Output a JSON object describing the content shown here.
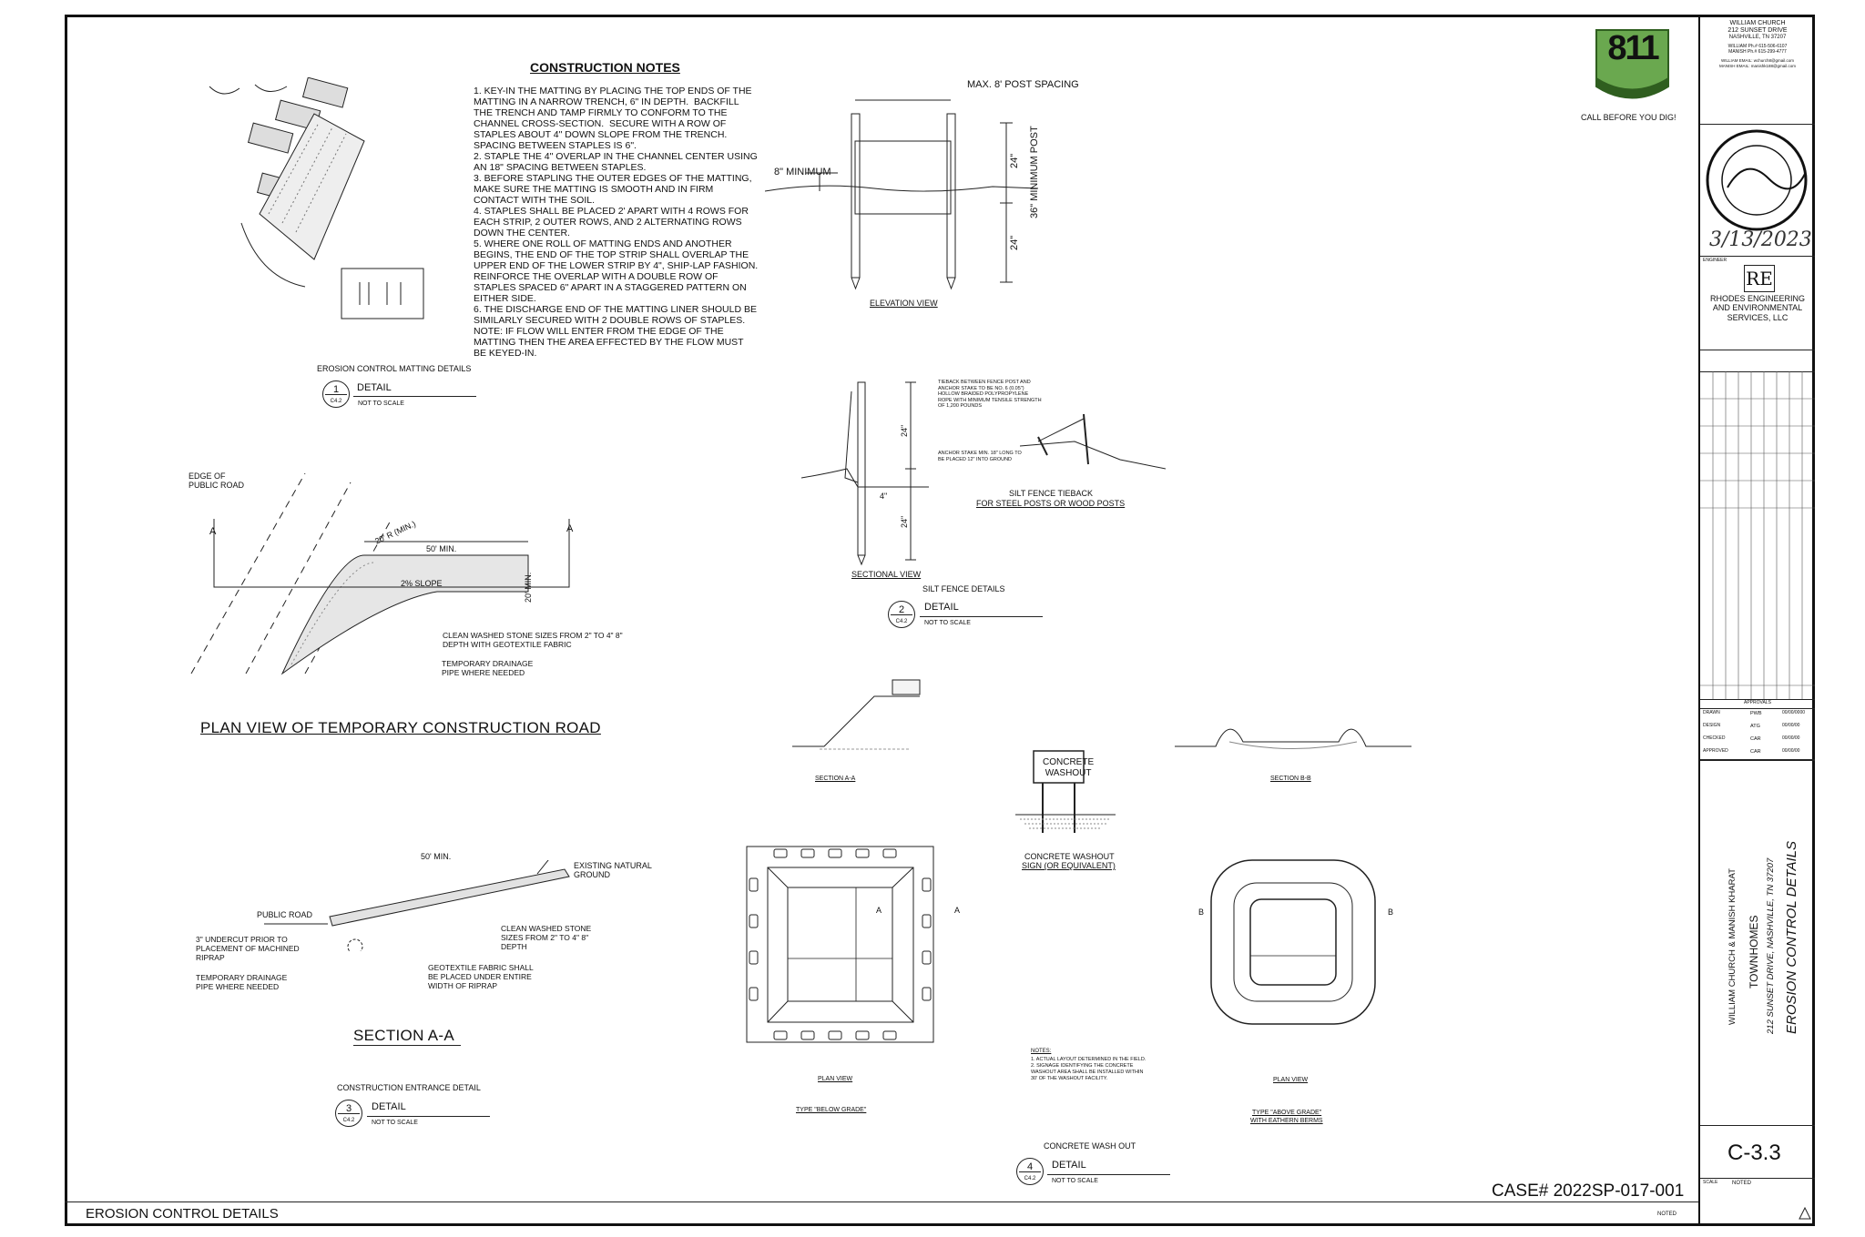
{
  "sheet": {
    "title_bottom": "EROSION CONTROL DETAILS",
    "case_number": "CASE# 2022SP-017-001",
    "noted": "NOTED"
  },
  "logo_811": {
    "number": "811",
    "caption": "CALL BEFORE YOU DIG!"
  },
  "title_block": {
    "owner_lines": [
      "WILLIAM CHURCH",
      "212 SUNSET DRIVE",
      "NASHVILLE, TN 37207",
      "WILLIAM Ph.# 615-506-6107",
      "MANISH Ph.# 615-299-4777",
      "WILLIAM EMAIL: wchurch8@gmail.com",
      "MANISH EMAIL: manishk188@gmail.com"
    ],
    "seal_date": "3/13/2023",
    "engineer_label": "ENGINEER",
    "firm_logo": "RE",
    "firm_name_lines": [
      "RHODES ENGINEERING",
      "AND ENVIRONMENTAL",
      "SERVICES, LLC"
    ],
    "approval_rows": [
      {
        "role": "DRAWN",
        "initials": "PWB",
        "date": "00/00/0000"
      },
      {
        "role": "DESIGN",
        "initials": "ATG",
        "date": "00/00/00"
      },
      {
        "role": "CHECKED",
        "initials": "CAR",
        "date": "00/00/00"
      },
      {
        "role": "APPROVED",
        "initials": "CAR",
        "date": "00/00/00"
      }
    ],
    "approvals_label": "APPROVALS",
    "project_owner": "WILLIAM CHURCH & MANISH KHARAT",
    "project_name": "TOWNHOMES",
    "project_address": "212 SUNSET DRIVE, NASHVILLE, TN 37207",
    "sheet_name": "EROSION CONTROL DETAILS",
    "sheet_number": "C-3.3",
    "scale_label": "SCALE",
    "scale_value": "NOTED"
  },
  "construction_notes": {
    "heading": "CONSTRUCTION NOTES",
    "text": "1. KEY-IN THE MATTING BY PLACING THE TOP ENDS OF THE\nMATTING IN A NARROW TRENCH, 6\" IN DEPTH.  BACKFILL\nTHE TRENCH AND TAMP FIRMLY TO CONFORM TO THE\nCHANNEL CROSS-SECTION.  SECURE WITH A ROW OF\nSTAPLES ABOUT 4\" DOWN SLOPE FROM THE TRENCH.\nSPACING BETWEEN STAPLES IS 6\".\n2. STAPLE THE 4\" OVERLAP IN THE CHANNEL CENTER USING\nAN 18\" SPACING BETWEEN STAPLES.\n3. BEFORE STAPLING THE OUTER EDGES OF THE MATTING,\nMAKE SURE THE MATTING IS SMOOTH AND IN FIRM\nCONTACT WITH THE SOIL.\n4. STAPLES SHALL BE PLACED 2' APART WITH 4 ROWS FOR\nEACH STRIP, 2 OUTER ROWS, AND 2 ALTERNATING ROWS\nDOWN THE CENTER.\n5. WHERE ONE ROLL OF MATTING ENDS AND ANOTHER\nBEGINS, THE END OF THE TOP STRIP SHALL OVERLAP THE\nUPPER END OF THE LOWER STRIP BY 4\", SHIP-LAP FASHION.\nREINFORCE THE OVERLAP WITH A DOUBLE ROW OF\nSTAPLES SPACED 6\" APART IN A STAGGERED PATTERN ON\nEITHER SIDE.\n6. THE DISCHARGE END OF THE MATTING LINER SHOULD BE\nSIMILARLY SECURED WITH 2 DOUBLE ROWS OF STAPLES.\nNOTE: IF FLOW WILL ENTER FROM THE EDGE OF THE\nMATTING THEN THE AREA EFFECTED BY THE FLOW MUST\nBE KEYED-IN."
  },
  "detail1": {
    "caption": "EROSION CONTROL MATTING DETAILS",
    "number": "1",
    "sheet_ref": "C4.2",
    "label": "DETAIL",
    "scale": "NOT TO SCALE"
  },
  "silt_fence": {
    "max_spacing": "MAX. 8' POST SPACING",
    "min_depth": "8\" MINIMUM",
    "min_post": "36\" MINIMUM POST",
    "dim_24": "24\"",
    "dim_4": "4\"",
    "elevation_title": "ELEVATION VIEW",
    "sectional_title": "SECTIONAL VIEW",
    "tieback_title_1": "SILT FENCE TIEBACK",
    "tieback_title_2": "FOR STEEL POSTS OR WOOD POSTS",
    "tieback_note": "TIEBACK BETWEEN FENCE POST AND ANCHOR STAKE TO BE NO. 6 (0.05\") HOLLOW BRAIDED POLYPROPYLENE ROPE WITH MINIMUM TENSILE STRENGTH OF 1,200 POUNDS",
    "anchor_note": "ANCHOR STAKE MIN. 18\" LONG TO BE PLACED 12\" INTO GROUND",
    "caption": "SILT FENCE DETAILS",
    "number": "2",
    "sheet_ref": "C4.2",
    "label": "DETAIL",
    "scale": "NOT TO SCALE"
  },
  "construction_road": {
    "edge_label": "EDGE OF\nPUBLIC ROAD",
    "section_mark": "A",
    "radius": "20' R (MIN.)",
    "min_length": "50' MIN.",
    "slope": "2% SLOPE",
    "width": "20' MIN.",
    "stone_note": "CLEAN WASHED STONE SIZES FROM 2\" TO 4\" 8\"\nDEPTH WITH GEOTEXTILE FABRIC",
    "pipe_note": "TEMPORARY DRAINAGE\nPIPE WHERE NEEDED",
    "plan_title": "PLAN VIEW OF TEMPORARY CONSTRUCTION ROAD"
  },
  "section_aa": {
    "min_length": "50' MIN.",
    "existing": "EXISTING NATURAL\nGROUND",
    "public_road": "PUBLIC ROAD",
    "undercut": "3\" UNDERCUT PRIOR TO\nPLACEMENT OF MACHINED\nRIPRAP",
    "pipe_note": "TEMPORARY DRAINAGE\nPIPE WHERE NEEDED",
    "stone_note": "CLEAN WASHED STONE\nSIZES FROM 2\" TO 4\" 8\"\nDEPTH",
    "fabric_note": "GEOTEXTILE FABRIC SHALL\nBE PLACED UNDER ENTIRE\nWIDTH OF RIPRAP",
    "title": "SECTION A-A"
  },
  "detail3": {
    "caption": "CONSTRUCTION ENTRANCE DETAIL",
    "number": "3",
    "sheet_ref": "C4.2",
    "label": "DETAIL",
    "scale": "NOT TO SCALE"
  },
  "washout": {
    "section_a": "SECTION A-A",
    "section_b": "SECTION B-B",
    "sign_text": "CONCRETE\nWASHOUT",
    "sign_caption_1": "CONCRETE WASHOUT",
    "sign_caption_2": "SIGN (OR EQUIVALENT)",
    "plan_view": "PLAN VIEW",
    "below_grade": "TYPE \"BELOW GRADE\"",
    "above_grade_1": "TYPE \"ABOVE GRADE\"",
    "above_grade_2": "WITH EATHERN BERMS",
    "notes_heading": "NOTES:",
    "notes": "1. ACTUAL LAYOUT DETERMINED IN THE FIELD.\n2. SIGNAGE IDENTIFYING THE CONCRETE\nWASHOUT AREA SHALL BE INSTALLED WITHIN\n30' OF THE WASHOUT FACILITY.",
    "mark_a": "A",
    "mark_b": "B",
    "caption": "CONCRETE WASH OUT",
    "number": "4",
    "sheet_ref": "C4.2",
    "label": "DETAIL",
    "scale": "NOT TO SCALE"
  }
}
